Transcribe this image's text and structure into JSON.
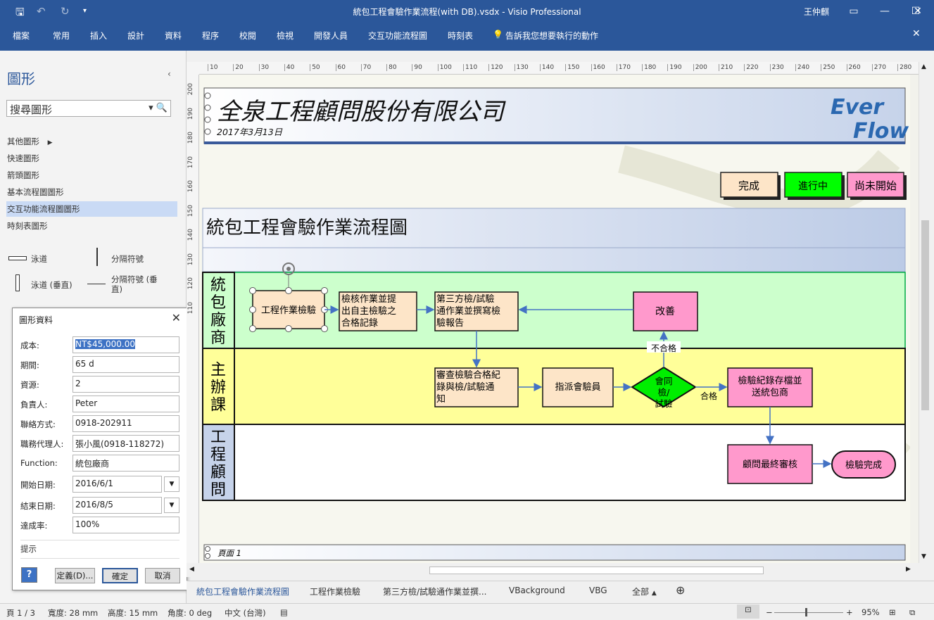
{
  "window": {
    "title": "統包工程會驗作業流程(with DB).vsdx - Visio Professional",
    "user": "王仲麒"
  },
  "menu": [
    "檔案",
    "常用",
    "插入",
    "設計",
    "資料",
    "程序",
    "校閱",
    "檢視",
    "開發人員",
    "交互功能流程圖",
    "時刻表"
  ],
  "tell_me": "告訴我您想要執行的動作",
  "shapes_pane": {
    "title": "圖形",
    "search_placeholder": "搜尋圖形",
    "more_shapes": "其他圖形",
    "stencils": [
      "快速圖形",
      "箭頭圖形",
      "基本流程圖圖形",
      "交互功能流程圖圖形",
      "時刻表圖形"
    ],
    "selected_stencil": "交互功能流程圖圖形",
    "masters": [
      "泳道",
      "分隔符號",
      "泳道 (垂直)",
      "分隔符號 (垂直)"
    ]
  },
  "shape_data": {
    "title": "圖形資料",
    "fields": [
      {
        "label": "成本:",
        "value": "NT$45,000.00"
      },
      {
        "label": "期間:",
        "value": "65 d"
      },
      {
        "label": "資源:",
        "value": "2"
      },
      {
        "label": "負責人:",
        "value": "Peter"
      },
      {
        "label": "聯絡方式:",
        "value": "0918-202911"
      },
      {
        "label": "職務代理人:",
        "value": "張小風(0918-118272)"
      },
      {
        "label": "Function:",
        "value": "統包廠商"
      },
      {
        "label": "開始日期:",
        "value": "2016/6/1"
      },
      {
        "label": "結束日期:",
        "value": "2016/8/5"
      },
      {
        "label": "達成率:",
        "value": "100%"
      }
    ],
    "hint": "提示",
    "buttons": {
      "define": "定義(D)...",
      "ok": "確定",
      "cancel": "取消"
    }
  },
  "ruler": {
    "top": [
      "10",
      "20",
      "30",
      "40",
      "50",
      "60",
      "70",
      "80",
      "90",
      "100",
      "110",
      "120",
      "130",
      "140",
      "150",
      "160",
      "170",
      "180",
      "190",
      "200",
      "210",
      "220",
      "230",
      "240",
      "250",
      "260",
      "270",
      "280"
    ],
    "left": [
      "200",
      "190",
      "180",
      "170",
      "160",
      "150",
      "140",
      "130",
      "120",
      "110"
    ]
  },
  "diagram": {
    "company": "全泉工程顧問股份有限公司",
    "date": "2017年3月13日",
    "logo": [
      "Ever",
      "Flow"
    ],
    "legend": [
      {
        "label": "完成",
        "color": "#fde5c8"
      },
      {
        "label": "進行中",
        "color": "#00ff00"
      },
      {
        "label": "尚未開始",
        "color": "#ff99cc"
      }
    ],
    "chart_title": "統包工程會驗作業流程圖",
    "lanes": [
      {
        "label": "統包廠商",
        "color": "#ccffcc"
      },
      {
        "label": "主辦課",
        "color": "#ffff99"
      },
      {
        "label": "工程顧問",
        "color": "#ffffff"
      }
    ],
    "shapes": {
      "s1": "工程作業檢驗",
      "s2": "檢核作業並提出自主檢驗之合格記錄",
      "s3": "第三方檢/試驗通作業並撰寫檢驗報告",
      "s4": "改善",
      "s5": "審查檢驗合格紀錄與檢/試驗通知",
      "s6": "指派會驗員",
      "s7": "會同檢/試驗",
      "s8": "檢驗紀錄存檔並送統包商",
      "s9": "顧問最終審核",
      "s10": "檢驗完成"
    },
    "labels": {
      "fail": "不合格",
      "pass": "合格"
    },
    "footer": "頁面 1"
  },
  "tabs": [
    "統包工程會驗作業流程圖",
    "工程作業檢驗",
    "第三方檢/試驗通作業並撰...",
    "VBackground",
    "VBG",
    "全部"
  ],
  "status": {
    "page": "頁 1 / 3",
    "width": "寬度: 28 mm",
    "height": "高度: 15 mm",
    "angle": "角度: 0 deg",
    "lang": "中文 (台灣)",
    "zoom": "95%"
  }
}
